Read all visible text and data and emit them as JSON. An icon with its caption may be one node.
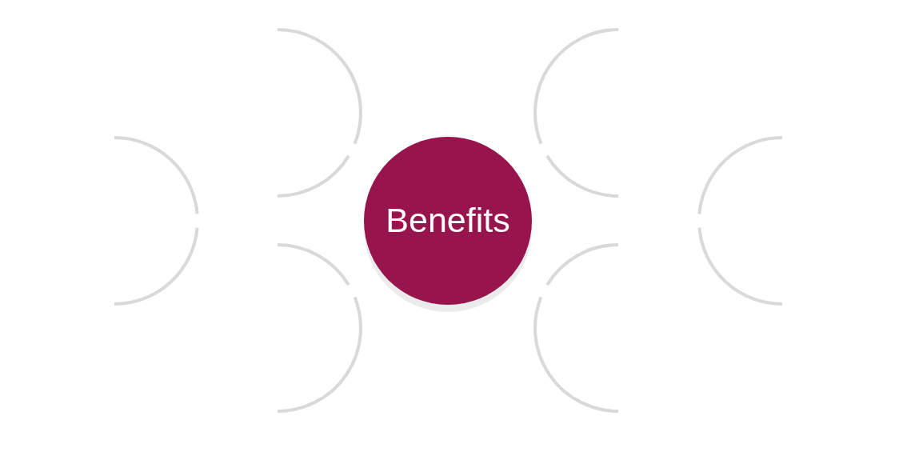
{
  "diagram": {
    "nodes": [
      {
        "text": [
          "Benefits"
        ]
      },
      {
        "text": [],
        "shape": "arc"
      },
      {
        "text": [],
        "shape": "arc"
      },
      {
        "text": [],
        "shape": "arc"
      },
      {
        "text": [],
        "shape": "arc"
      },
      {
        "text": [],
        "shape": "arc"
      },
      {
        "text": [],
        "shape": "arc"
      }
    ]
  }
}
